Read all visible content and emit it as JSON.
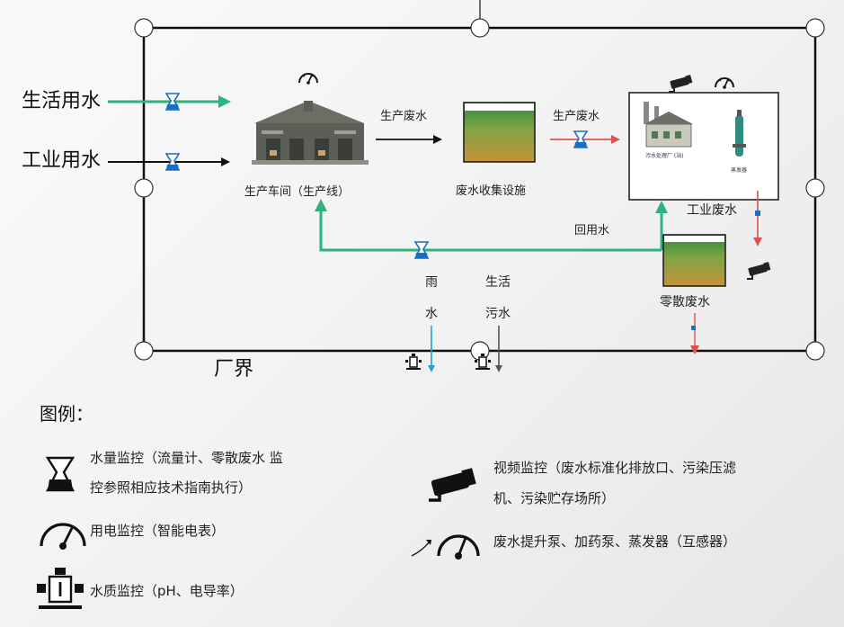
{
  "inputs": {
    "domestic_water": "生活用水",
    "industrial_water": "工业用水"
  },
  "nodes": {
    "workshop": "生产车间（生产线）",
    "collection": "废水收集设施",
    "industrial_wastewater": "工业废水",
    "scattered_wastewater": "零散废水",
    "treatment_small_label_1": "污水处理厂 (站)",
    "treatment_small_label_2": "蒸发器"
  },
  "flows": {
    "prod_wastewater_1": "生产废水",
    "prod_wastewater_2": "生产废水",
    "reuse_water": "回用水",
    "rain_1": "雨",
    "rain_2": "水",
    "sewage_1": "生活",
    "sewage_2": "污水"
  },
  "boundary_label": "厂界",
  "legend": {
    "title": "图例：",
    "water_volume_line1": "水量监控（流量计、零散废水 监",
    "water_volume_line2": "控参照相应技术指南执行）",
    "power": "用电监控（智能电表）",
    "quality": "水质监控（pH、电导率）",
    "video_line1": "视频监控（废水标准化排放口、污染压滤",
    "video_line2": "机、污染贮存场所）",
    "pump": "废水提升泵、加药泵、蒸发器（互感器）"
  },
  "colors": {
    "green_flow": "#2db37e",
    "red_flow": "#d9534f",
    "blue_flow": "#1fa2d6",
    "building": "#5b5f57",
    "tank_top": "#2f7f3e",
    "tank_bottom": "#c9913a"
  }
}
